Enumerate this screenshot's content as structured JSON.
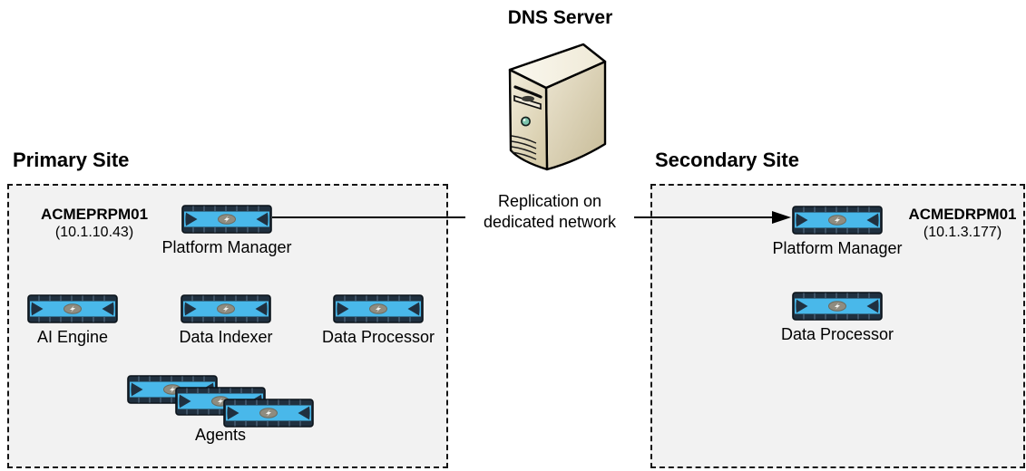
{
  "dns": {
    "label": "DNS Server"
  },
  "replication": {
    "line1": "Replication on",
    "line2": "dedicated network"
  },
  "primary_site": {
    "title": "Primary Site",
    "host": {
      "name": "ACMEPRPM01",
      "ip": "(10.1.10.43)"
    },
    "nodes": {
      "platform_manager": "Platform Manager",
      "ai_engine": "AI Engine",
      "data_indexer": "Data Indexer",
      "data_processor": "Data Processor",
      "agents": "Agents"
    }
  },
  "secondary_site": {
    "title": "Secondary Site",
    "host": {
      "name": "ACMEDRPM01",
      "ip": "(10.1.3.177)"
    },
    "nodes": {
      "platform_manager": "Platform Manager",
      "data_processor": "Data Processor"
    }
  },
  "icons": {
    "appliance": "appliance-icon",
    "dns_server": "tower-server-icon"
  },
  "colors": {
    "appliance_blue": "#49b8ea",
    "appliance_dark": "#20303f",
    "site_box_bg": "#f2f2f2",
    "diagram_line": "#000000",
    "server_beige": "#d6cba9"
  }
}
